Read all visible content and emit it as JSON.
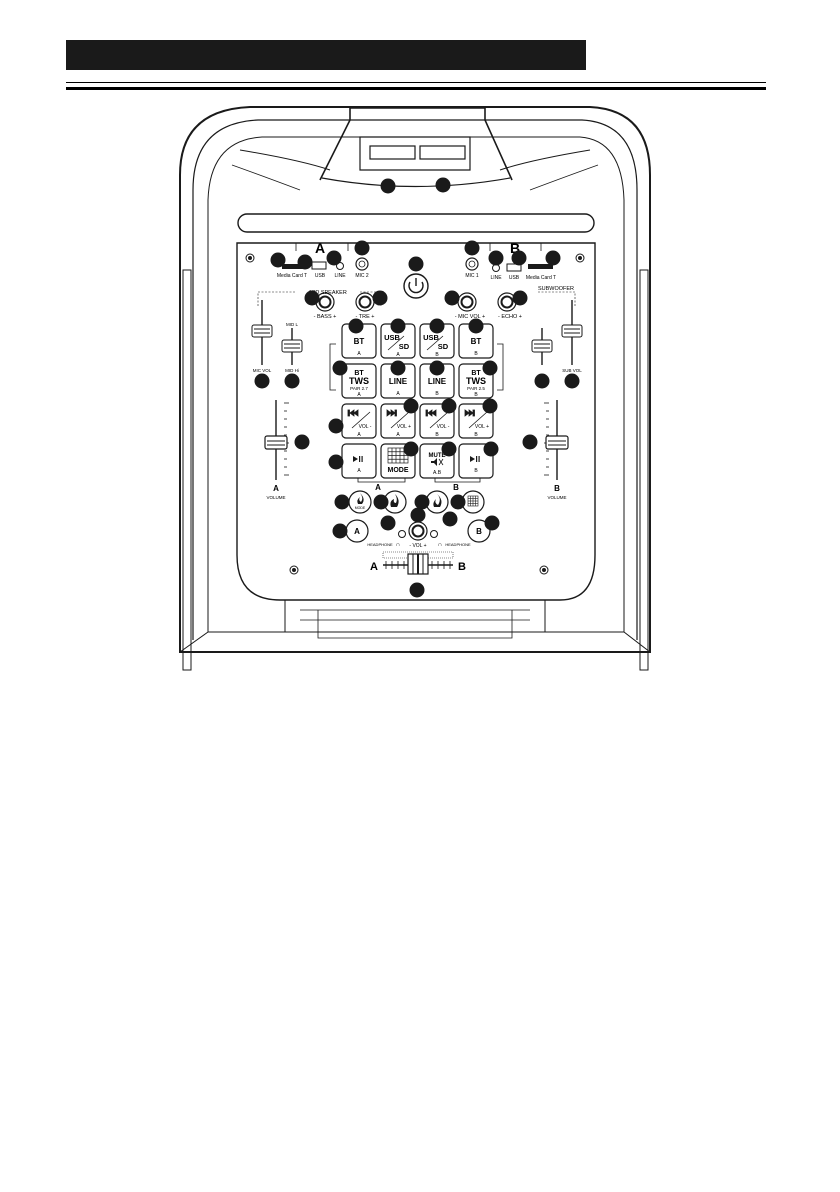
{
  "labels": {
    "group_a": "A",
    "group_b": "B",
    "media_card_a": "Media Card T",
    "usb_a": "USB",
    "line_a": "LINE",
    "mic2": "MIC 2",
    "mic1": "MIC 1",
    "line_b": "LINE",
    "usb_b": "USB",
    "media_card_b": "Media Card T",
    "mid_speaker": "MID SPEAKER",
    "bass": "- BASS +",
    "tre": "- TRE +",
    "mic_vol_knob": "- MIC VOL +",
    "echo": "- ECHO +",
    "subwoofer": "SUBWOOFER",
    "mid_l": "MID L",
    "mic_vol": "MIC VOL",
    "mid_hi": "MID Hi",
    "sub_vol": "SUB VOL",
    "volume_a_letter": "A",
    "volume_a": "VOLUME",
    "volume_b_letter": "B",
    "volume_b": "VOLUME",
    "headphone_a": "HEADPHONE",
    "headphone_b": "HEADPHONE",
    "vol_knob": "-  VOL  +",
    "cross_a": "A",
    "cross_b": "B",
    "mode_round": "MODE",
    "btn_a_round": "A",
    "btn_b_round": "B",
    "bracket_a": "A",
    "bracket_b": "B"
  },
  "buttons": {
    "bt_a": {
      "main": "BT",
      "sub": "A"
    },
    "usbsd_a": {
      "top": "USB",
      "bottom": "SD",
      "sub": "A"
    },
    "usbsd_b": {
      "top": "USB",
      "bottom": "SD",
      "sub": "B"
    },
    "bt_b": {
      "main": "BT",
      "sub": "B"
    },
    "tws_a": {
      "top": "BT",
      "main": "TWS",
      "pair": "PAIR 2.7",
      "sub": "A"
    },
    "line_btn_a": {
      "main": "LINE",
      "sub": "A"
    },
    "line_btn_b": {
      "main": "LINE",
      "sub": "B"
    },
    "tws_b": {
      "top": "BT",
      "main": "TWS",
      "pair": "PAIR 2.5",
      "sub": "B"
    },
    "prev_a": {
      "vol": "VOL -",
      "sub": "A"
    },
    "next_a": {
      "vol": "VOL +",
      "sub": "A"
    },
    "prev_b": {
      "vol": "VOL -",
      "sub": "B"
    },
    "next_b": {
      "vol": "VOL +",
      "sub": "B"
    },
    "play_a": {
      "sub": "A"
    },
    "mode_sq": {
      "main": "MODE"
    },
    "mute": {
      "main": "MUTE",
      "sub": "A.B"
    },
    "play_b": {
      "sub": "B"
    }
  },
  "colors": {
    "ink": "#1a1a1a",
    "paper": "#ffffff"
  }
}
